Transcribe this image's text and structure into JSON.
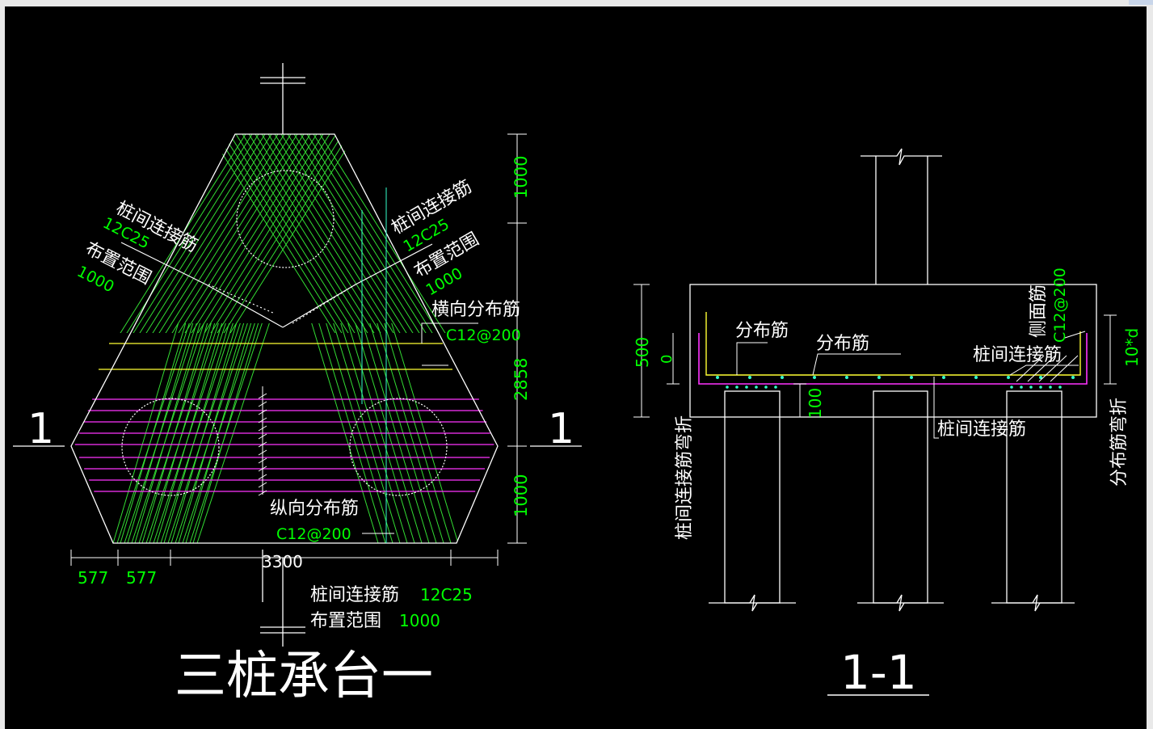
{
  "colors": {
    "background": "#000000",
    "line": "#ffffff",
    "green": "#00ff00",
    "rebar_green": "#33dd33",
    "yellow": "#ffff33",
    "magenta": "#ff33ff",
    "cyan": "#33ffcc"
  },
  "left_view": {
    "title": "三桩承台一",
    "section_mark": "1",
    "labels": {
      "ul_name": "桩间连接筋",
      "ul_spec": "12C25",
      "ul_range_label": "布置范围",
      "ul_range_value": "1000",
      "ur_name": "桩间连接筋",
      "ur_spec": "12C25",
      "ur_range_label": "布置范围",
      "ur_range_value": "1000",
      "trans_name": "横向分布筋",
      "trans_spec": "C12@200",
      "long_name": "纵向分布筋",
      "long_spec": "C12@200",
      "bottom_name": "桩间连接筋",
      "bottom_spec": "12C25",
      "bottom_range_label": "布置范围",
      "bottom_range_value": "1000"
    },
    "dims": {
      "d_top": "1000",
      "d_mid": "2858",
      "d_bot": "1000",
      "d_b1": "577",
      "d_b2": "577",
      "d_total": "3300"
    }
  },
  "right_view": {
    "title": "1-1",
    "labels": {
      "dist1": "分布筋",
      "dist2": "分布筋",
      "pile_conn": "桩间连接筋",
      "pile_conn_bottom": "桩间连接筋",
      "side_name": "侧面筋",
      "side_spec": "C12@200",
      "left_bend": "桩间连接筋弯折",
      "right_bend": "分布筋弯折"
    },
    "dims": {
      "d_500": "500",
      "d_0": "0",
      "d_100": "100",
      "d_10d": "10*d"
    }
  }
}
